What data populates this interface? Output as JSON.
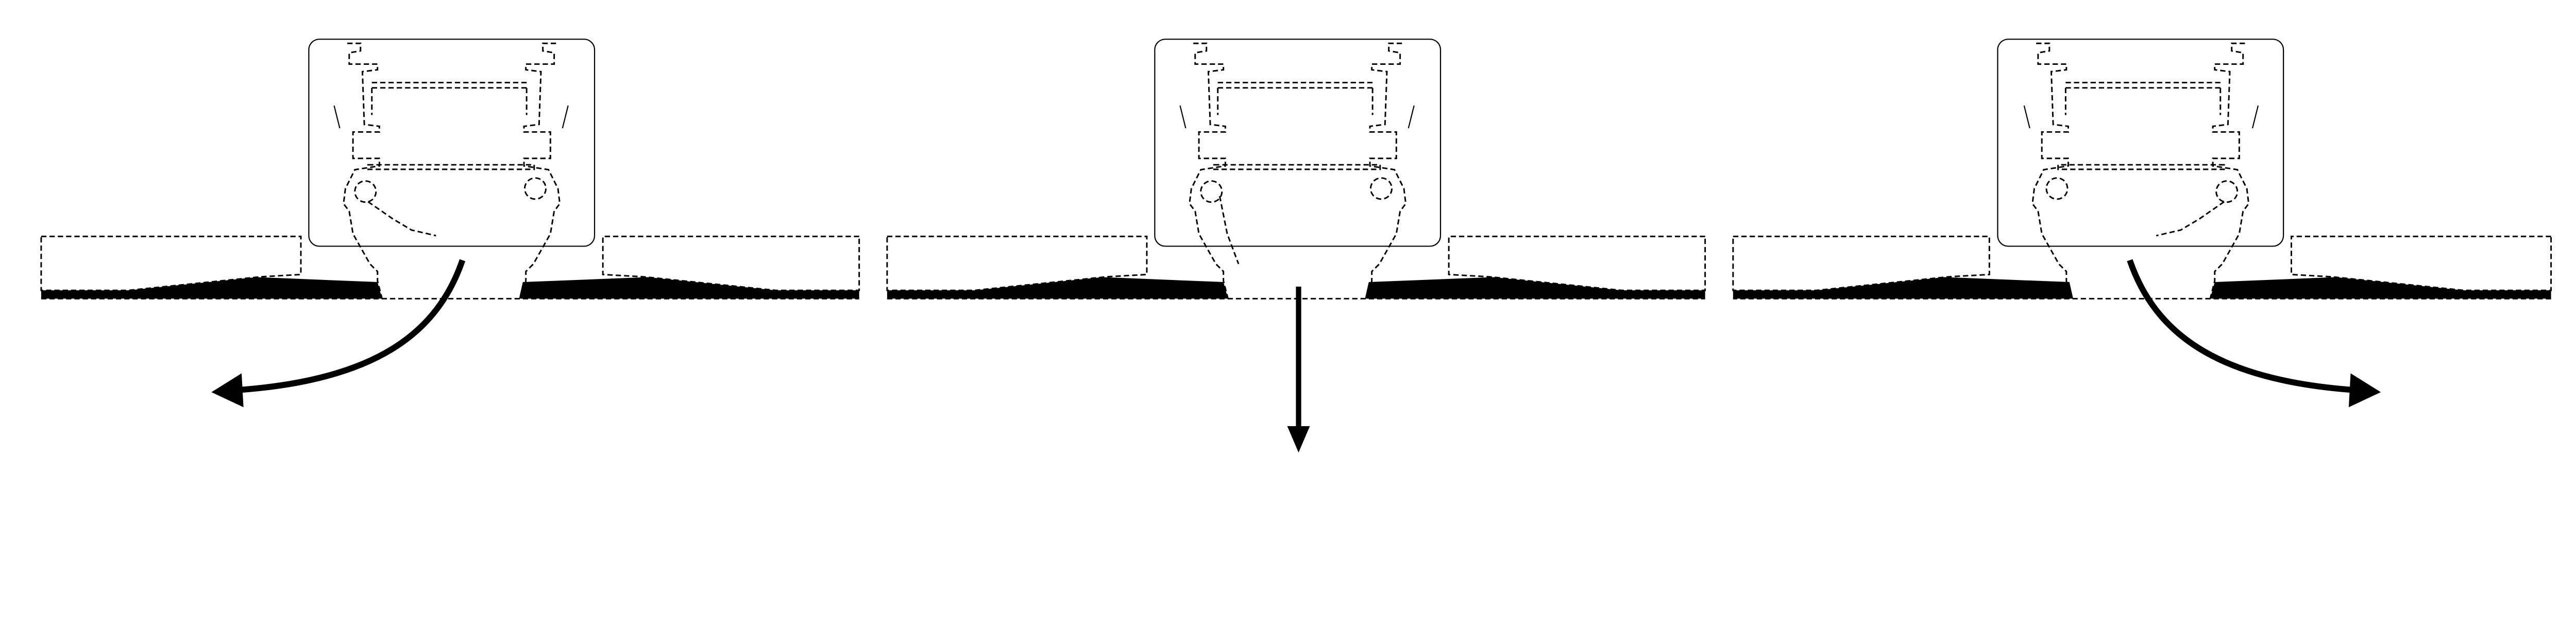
{
  "diagram": {
    "description_free": true,
    "panels": [
      {
        "id": "open-left",
        "flap": "hinged-left-open",
        "arrow": "curve-left"
      },
      {
        "id": "closed",
        "flap": "closed",
        "arrow": "down"
      },
      {
        "id": "open-right",
        "flap": "hinged-right-open",
        "arrow": "curve-right"
      }
    ],
    "colors": {
      "line": "#000000",
      "background": "#ffffff",
      "fill": "#000000"
    }
  }
}
